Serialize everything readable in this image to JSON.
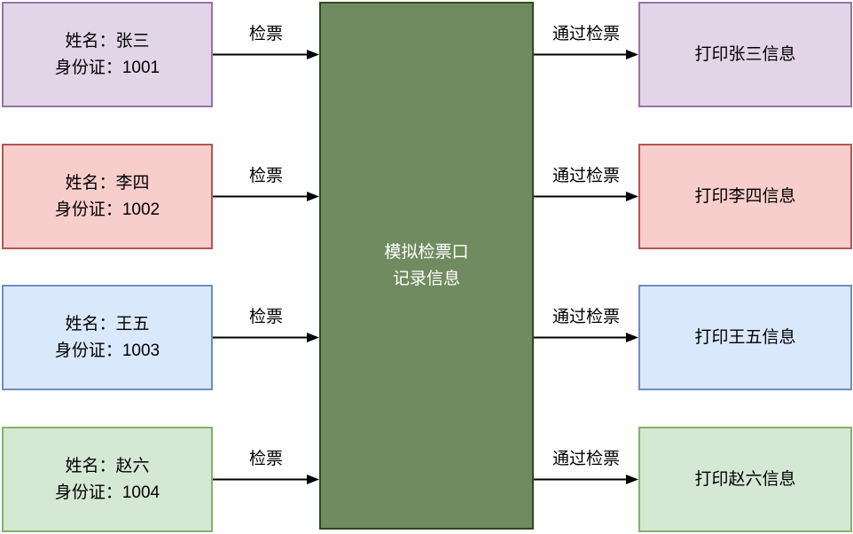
{
  "center_box": {
    "line1": "模拟检票口",
    "line2": "记录信息",
    "fill": "#6F8B5F",
    "stroke": "#2F4A1E",
    "text_color": "#FFFFFF"
  },
  "arrow_color": "#000000",
  "rows": [
    {
      "passenger_line1": "姓名：张三",
      "passenger_line2": "身份证：1001",
      "check_label": "检票",
      "pass_label": "通过检票",
      "output_label": "打印张三信息",
      "fill": "#E1D5E7",
      "stroke": "#9673A6"
    },
    {
      "passenger_line1": "姓名：李四",
      "passenger_line2": "身份证：1002",
      "check_label": "检票",
      "pass_label": "通过检票",
      "output_label": "打印李四信息",
      "fill": "#F8CECC",
      "stroke": "#B85450"
    },
    {
      "passenger_line1": "姓名：王五",
      "passenger_line2": "身份证：1003",
      "check_label": "检票",
      "pass_label": "通过检票",
      "output_label": "打印王五信息",
      "fill": "#DAE8FC",
      "stroke": "#6C8EBF"
    },
    {
      "passenger_line1": "姓名：赵六",
      "passenger_line2": "身份证：1004",
      "check_label": "检票",
      "pass_label": "通过检票",
      "output_label": "打印赵六信息",
      "fill": "#D5E8D4",
      "stroke": "#82B366"
    }
  ]
}
